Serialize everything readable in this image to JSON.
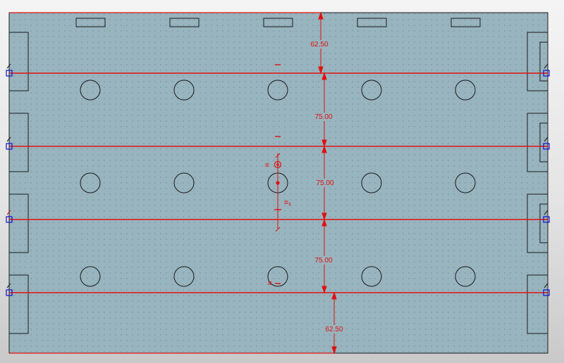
{
  "colors": {
    "plate_fill": "#98b4be",
    "outline": "#1a1a1a",
    "constraint": "#e01010",
    "endpoint": "#1010d0",
    "grid_dot": "#3c4a50",
    "background_top": "#f4f4f4",
    "background_bottom": "#c9c9c9"
  },
  "dimensions": {
    "top_offset": "62.50",
    "spacing_1": "75.00",
    "spacing_2": "75.00",
    "spacing_3": "75.00",
    "bottom_offset": "62.50"
  },
  "constraint_symbols": {
    "horizontal_mark": "–",
    "equal_mark": "=",
    "equal_mark_sub": "=₁"
  },
  "features": {
    "slot_count": 5,
    "hole_rows": 3,
    "holes_per_row": 5,
    "center_point": "concentric-selected"
  }
}
